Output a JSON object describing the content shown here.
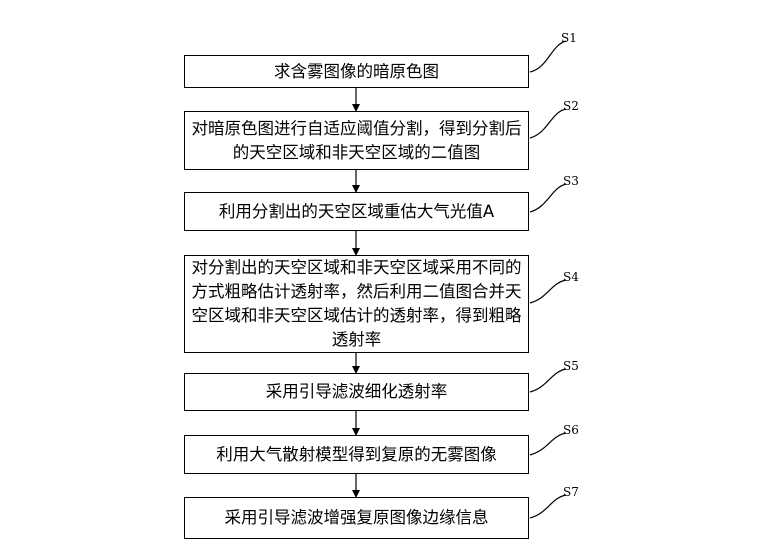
{
  "steps": [
    {
      "id": "S1",
      "text": "求含雾图像的暗原色图"
    },
    {
      "id": "S2",
      "text": "对暗原色图进行自适应阈值分割，得到分割后的天空区域和非天空区域的二值图"
    },
    {
      "id": "S3",
      "text": "利用分割出的天空区域重估大气光值A"
    },
    {
      "id": "S4",
      "text": "对分割出的天空区域和非天空区域采用不同的方式粗略估计透射率，然后利用二值图合并天空区域和非天空区域估计的透射率，得到粗略透射率"
    },
    {
      "id": "S5",
      "text": "采用引导滤波细化透射率"
    },
    {
      "id": "S6",
      "text": "利用大气散射模型得到复原的无雾图像"
    },
    {
      "id": "S7",
      "text": "采用引导滤波增强复原图像边缘信息"
    }
  ],
  "colors": {
    "line": "#000000",
    "background": "#ffffff"
  }
}
